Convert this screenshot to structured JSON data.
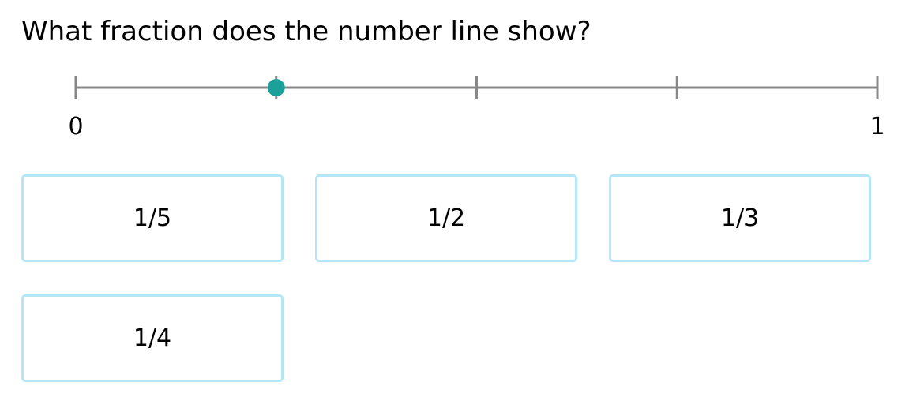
{
  "question": {
    "text": "What fraction does the number line show?"
  },
  "number_line": {
    "start_label": "0",
    "end_label": "1",
    "divisions": 4,
    "point_value": 0.25,
    "line_color": "#888888",
    "point_color": "#1aa19a"
  },
  "choices": [
    {
      "label": "1/5"
    },
    {
      "label": "1/2"
    },
    {
      "label": "1/3"
    },
    {
      "label": "1/4"
    }
  ],
  "colors": {
    "choice_border": "#b3e7f8"
  }
}
